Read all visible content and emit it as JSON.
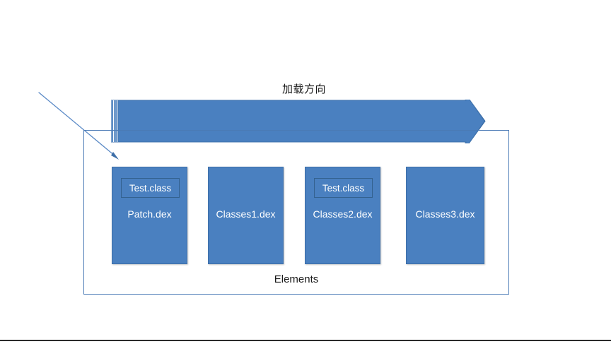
{
  "diagram": {
    "arrow_caption": "加载方向",
    "container_label": "Elements",
    "colors": {
      "box_fill": "#4a80c0",
      "box_border": "#3d6ea8",
      "inner_border": "#33618f",
      "container_border": "#4a7ab5",
      "pointer_line": "#5b8ac6",
      "arrow_fill": "#4a80c0",
      "text_dark": "#1a1a1a",
      "text_light": "#ffffff",
      "bottom_rule": "#2b2b2b"
    },
    "boxes": [
      {
        "name": "Patch.dex",
        "inner_label": "Test.class",
        "has_inner": true
      },
      {
        "name": "Classes1.dex",
        "inner_label": "",
        "has_inner": false
      },
      {
        "name": "Classes2.dex",
        "inner_label": "Test.class",
        "has_inner": true
      },
      {
        "name": "Classes3.dex",
        "inner_label": "",
        "has_inner": false
      }
    ],
    "icons": {
      "block_arrow": "right-block-arrow-icon",
      "pointer": "diagonal-pointer-arrow-icon"
    }
  }
}
